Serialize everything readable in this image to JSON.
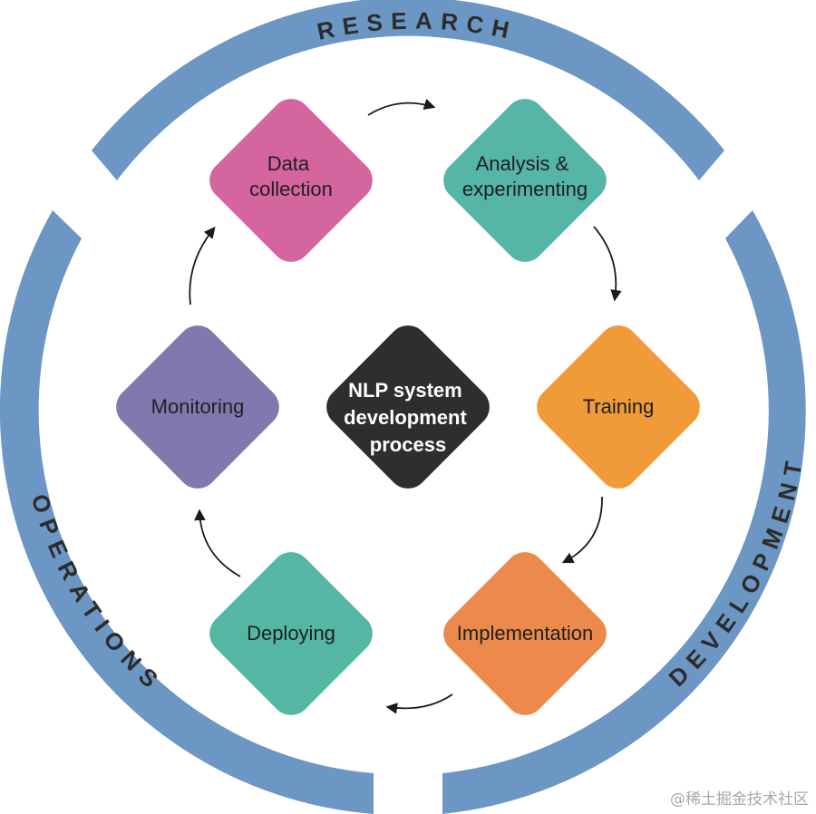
{
  "colors": {
    "band": "#6c97c4",
    "arrow": "#1a1a1a",
    "center": "#2e2e30",
    "data_collection": "#d5659f",
    "analysis": "#55b5a7",
    "training": "#f09a38",
    "implementation": "#ec8a4c",
    "deploying": "#54b7a3",
    "monitoring": "#8178b0"
  },
  "bands": {
    "research": "RESEARCH",
    "development": "DEVELOPMENT",
    "operations": "OPERATIONS"
  },
  "center": {
    "line1": "NLP system",
    "line2": "development",
    "line3": "process"
  },
  "steps": {
    "data_collection": {
      "line1": "Data",
      "line2": "collection"
    },
    "analysis": {
      "line1": "Analysis &",
      "line2": "experimenting"
    },
    "training": {
      "line1": "Training"
    },
    "implementation": {
      "line1": "Implementation"
    },
    "deploying": {
      "line1": "Deploying"
    },
    "monitoring": {
      "line1": "Monitoring"
    }
  },
  "watermark": "@稀土掘金技术社区"
}
